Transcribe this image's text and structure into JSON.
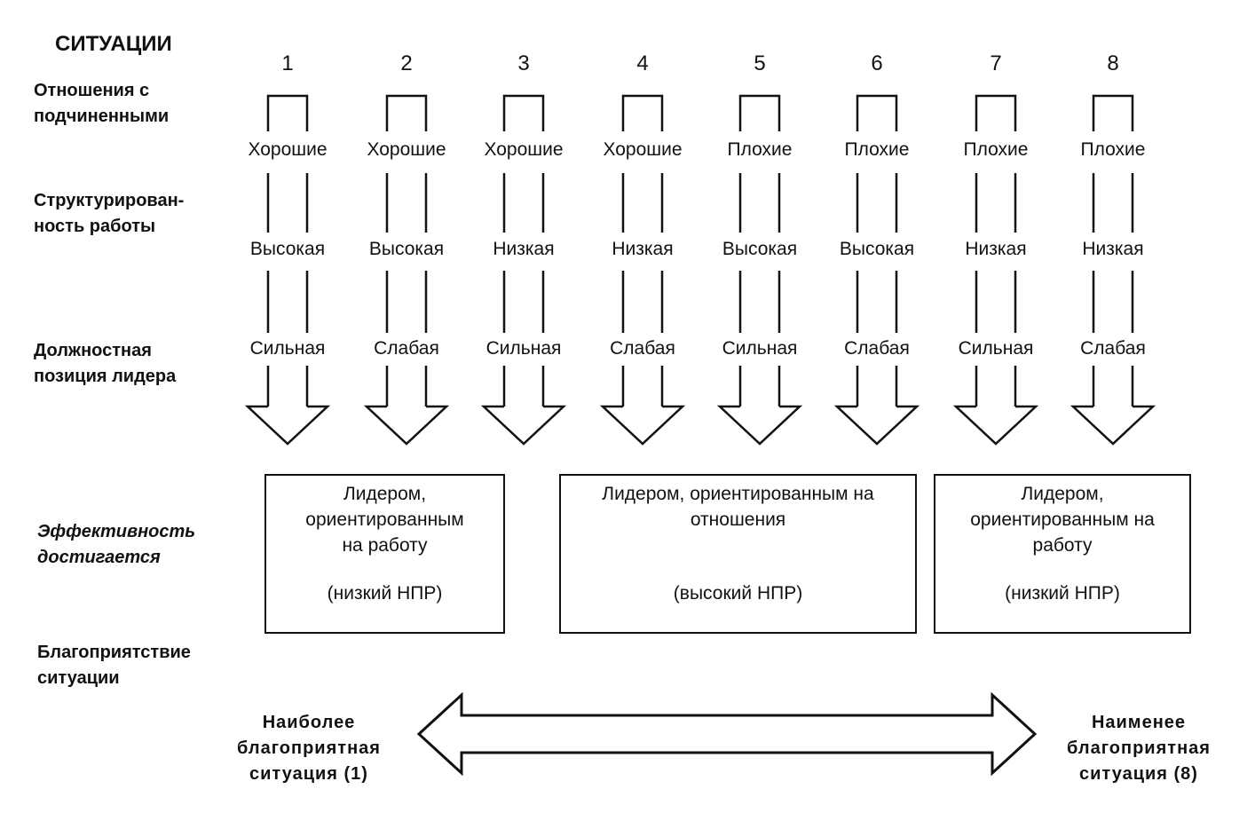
{
  "header": {
    "title": "СИТУАЦИИ"
  },
  "row_labels": {
    "relations": "Отношения с\nподчиненными",
    "structure": "Структурирован-\nность работы",
    "position": "Должностная\nпозиция лидера",
    "effectiveness": "Эффективность\nдостигается",
    "favorability": "Благоприятствие\nситуации"
  },
  "situations": [
    {
      "number": "1",
      "relations": "Хорошие",
      "structure": "Высокая",
      "position": "Сильная"
    },
    {
      "number": "2",
      "relations": "Хорошие",
      "structure": "Высокая",
      "position": "Слабая"
    },
    {
      "number": "3",
      "relations": "Хорошие",
      "structure": "Низкая",
      "position": "Сильная"
    },
    {
      "number": "4",
      "relations": "Хорошие",
      "structure": "Низкая",
      "position": "Слабая"
    },
    {
      "number": "5",
      "relations": "Плохие",
      "structure": "Высокая",
      "position": "Сильная"
    },
    {
      "number": "6",
      "relations": "Плохие",
      "structure": "Высокая",
      "position": "Слабая"
    },
    {
      "number": "7",
      "relations": "Плохие",
      "structure": "Низкая",
      "position": "Сильная"
    },
    {
      "number": "8",
      "relations": "Плохие",
      "structure": "Низкая",
      "position": "Слабая"
    }
  ],
  "outcome_boxes": [
    {
      "text": "Лидером,\nориентированным\nна работу",
      "npr": "(низкий НПР)"
    },
    {
      "text": "Лидером, ориентированным на\nотношения",
      "npr": "(высокий НПР)"
    },
    {
      "text": "Лидером,\nориентированным на\nработу",
      "npr": "(низкий НПР)"
    }
  ],
  "scale": {
    "most": "Наиболее\nблагоприятная\nситуация  (1)",
    "least": "Наименее\nблагоприятная\nситуация  (8)"
  }
}
